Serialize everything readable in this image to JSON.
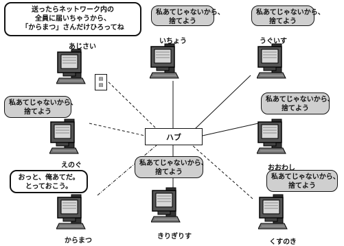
{
  "hub": {
    "label": "ハブ"
  },
  "sender_message": [
    "送ったらネットワーク内の",
    "全員に届いちゃうから、",
    "「からまつ」さんだけひろってね"
  ],
  "reject_message": [
    "私あてじゃないから、",
    "捨てよう"
  ],
  "receiver_message": [
    "おっと、俺あてだ。",
    "とっておこう。"
  ],
  "hosts": [
    {
      "id": "ajisai",
      "name": "あじさい"
    },
    {
      "id": "icho",
      "name": "いちょう"
    },
    {
      "id": "uguisu",
      "name": "うぐいす"
    },
    {
      "id": "enoki",
      "name": "えのぐ"
    },
    {
      "id": "owashi",
      "name": "おおわし"
    },
    {
      "id": "karamatsu",
      "name": "からまつ"
    },
    {
      "id": "kirigirisu",
      "name": "きりぎりす"
    },
    {
      "id": "kusunoki",
      "name": "くすのき"
    }
  ]
}
